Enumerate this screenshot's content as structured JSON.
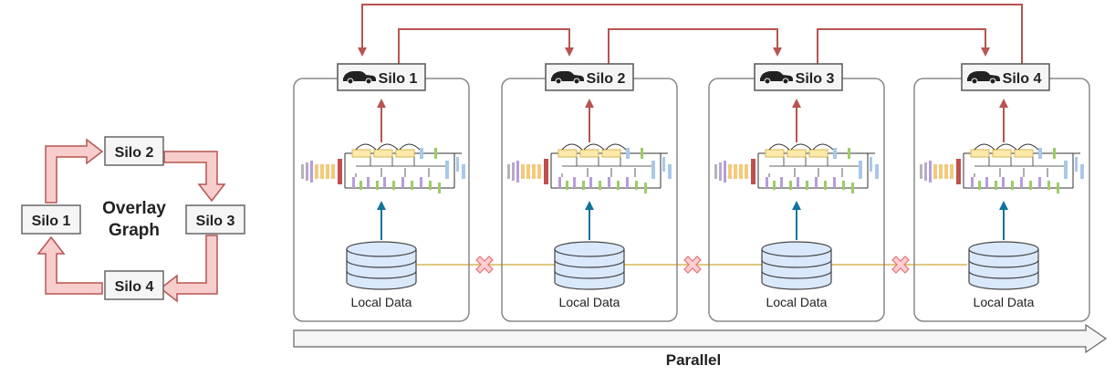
{
  "overlay_graph": {
    "title_line1": "Overlay",
    "title_line2": "Graph",
    "nodes": [
      "Silo 1",
      "Silo 2",
      "Silo 3",
      "Silo 4"
    ]
  },
  "silos": [
    {
      "label": "Silo 1",
      "data_label": "Local Data"
    },
    {
      "label": "Silo 2",
      "data_label": "Local Data"
    },
    {
      "label": "Silo 3",
      "data_label": "Local Data"
    },
    {
      "label": "Silo 4",
      "data_label": "Local Data"
    }
  ],
  "parallel_label": "Parallel",
  "colors": {
    "arrow_red": "#b85450",
    "overlay_fill": "#f8cecc",
    "overlay_stroke": "#b85450",
    "node_fill": "#f5f5f5",
    "node_stroke": "#666666",
    "db_fill": "#dae8fc",
    "db_stroke": "#444444",
    "data_arrow": "#10739e",
    "link_line": "#d6b656",
    "cross": "#ff8a80",
    "panel_stroke": "#888888"
  }
}
